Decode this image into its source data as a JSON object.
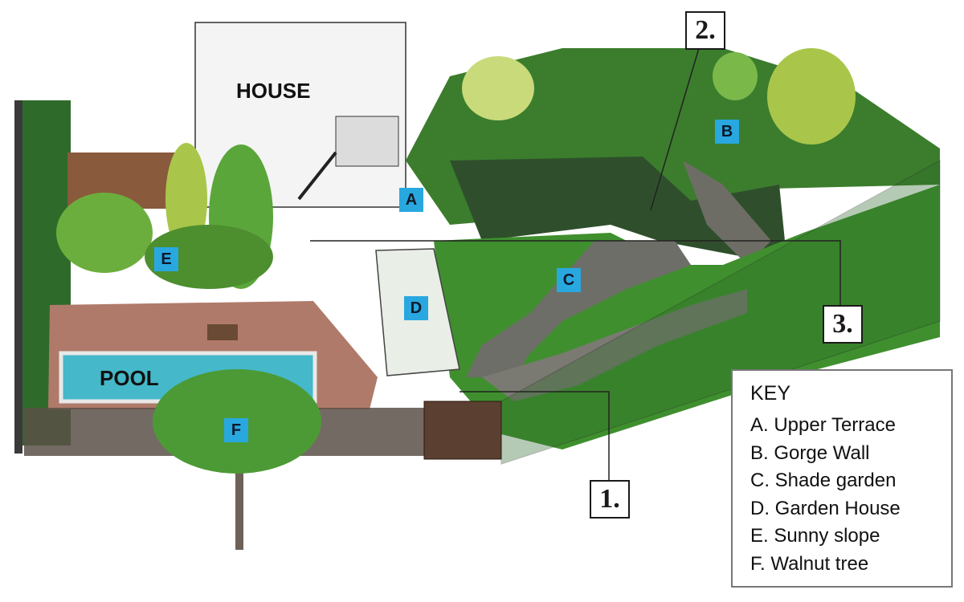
{
  "labels": {
    "house": "HOUSE",
    "pool": "POOL"
  },
  "markers": {
    "a": "A",
    "b": "B",
    "c": "C",
    "d": "D",
    "e": "E",
    "f": "F"
  },
  "callouts": {
    "one": "1.",
    "two": "2.",
    "three": "3."
  },
  "key": {
    "title": "KEY",
    "items": [
      "A. Upper Terrace",
      "B. Gorge Wall",
      "C. Shade garden",
      "D. Garden House",
      "E. Sunny slope",
      "F. Walnut tree"
    ]
  },
  "colors": {
    "marker": "#29a8e0",
    "lawn": "#3f8f2e",
    "pool_water": "#45b8c9",
    "pool_deck": "#b07a6a",
    "house": "#f4f4f4"
  }
}
